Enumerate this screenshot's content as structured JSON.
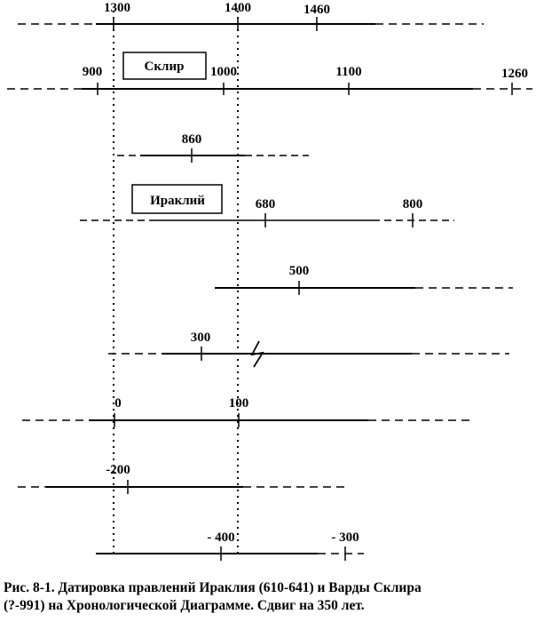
{
  "diagram": {
    "boxes": [
      {
        "id": "sklir",
        "label": "Склир"
      },
      {
        "id": "irakliy",
        "label": "Ираклий"
      }
    ],
    "rows": [
      {
        "id": "row-1",
        "ticks": [
          {
            "id": "t1300",
            "label": "1300"
          },
          {
            "id": "t1400",
            "label": "1400"
          },
          {
            "id": "t1460",
            "label": "1460"
          }
        ]
      },
      {
        "id": "row-2",
        "ticks": [
          {
            "id": "t900",
            "label": "900"
          },
          {
            "id": "t1000",
            "label": "1000"
          },
          {
            "id": "t1100",
            "label": "1100"
          },
          {
            "id": "t1260",
            "label": "1260"
          }
        ]
      },
      {
        "id": "row-3",
        "ticks": [
          {
            "id": "t860",
            "label": "860"
          }
        ]
      },
      {
        "id": "row-4",
        "ticks": [
          {
            "id": "t680",
            "label": "680"
          },
          {
            "id": "t800",
            "label": "800"
          }
        ]
      },
      {
        "id": "row-5",
        "ticks": [
          {
            "id": "t500",
            "label": "500"
          }
        ]
      },
      {
        "id": "row-6",
        "ticks": [
          {
            "id": "t300",
            "label": "300"
          }
        ]
      },
      {
        "id": "row-7",
        "ticks": [
          {
            "id": "t0",
            "label": "0"
          },
          {
            "id": "t100",
            "label": "100"
          }
        ]
      },
      {
        "id": "row-8",
        "ticks": [
          {
            "id": "tm200",
            "label": "-200"
          }
        ]
      },
      {
        "id": "row-9",
        "ticks": [
          {
            "id": "tm400",
            "label": "- 400"
          },
          {
            "id": "tm300",
            "label": "- 300"
          }
        ]
      }
    ]
  },
  "caption": {
    "line1": "Рис. 8-1. Датировка правлений Ираклия (610-641) и Варды Склира",
    "line2": "(?-991) на Хронологической Диаграмме. Сдвиг на 350 лет."
  }
}
